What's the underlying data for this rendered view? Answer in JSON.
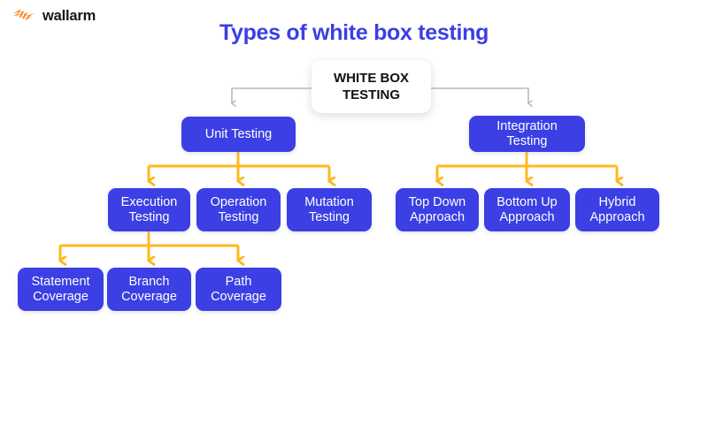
{
  "brand": {
    "name": "wallarm",
    "mark_icon": "wallarm-bolt-logo",
    "mark_color": "#f7861f"
  },
  "title": "Types of white box testing",
  "colors": {
    "accent_blue": "#3b3fe4",
    "node_blue": "#3b3fe4",
    "connector_orange": "#ffb81c",
    "connector_gray": "#b9b9bd",
    "background": "#ffffff",
    "root_text": "#111111",
    "node_text": "#ffffff"
  },
  "diagram": {
    "root": {
      "label": "WHITE BOX\nTESTING"
    },
    "level1": [
      {
        "label": "Unit Testing"
      },
      {
        "label": "Integration\nTesting"
      }
    ],
    "level2_left": [
      {
        "label": "Execution\nTesting"
      },
      {
        "label": "Operation\nTesting"
      },
      {
        "label": "Mutation\nTesting"
      }
    ],
    "level2_right": [
      {
        "label": "Top Down\nApproach"
      },
      {
        "label": "Bottom Up\nApproach"
      },
      {
        "label": "Hybrid\nApproach"
      }
    ],
    "level3": [
      {
        "label": "Statement\nCoverage"
      },
      {
        "label": "Branch\nCoverage"
      },
      {
        "label": "Path\nCoverage"
      }
    ]
  }
}
